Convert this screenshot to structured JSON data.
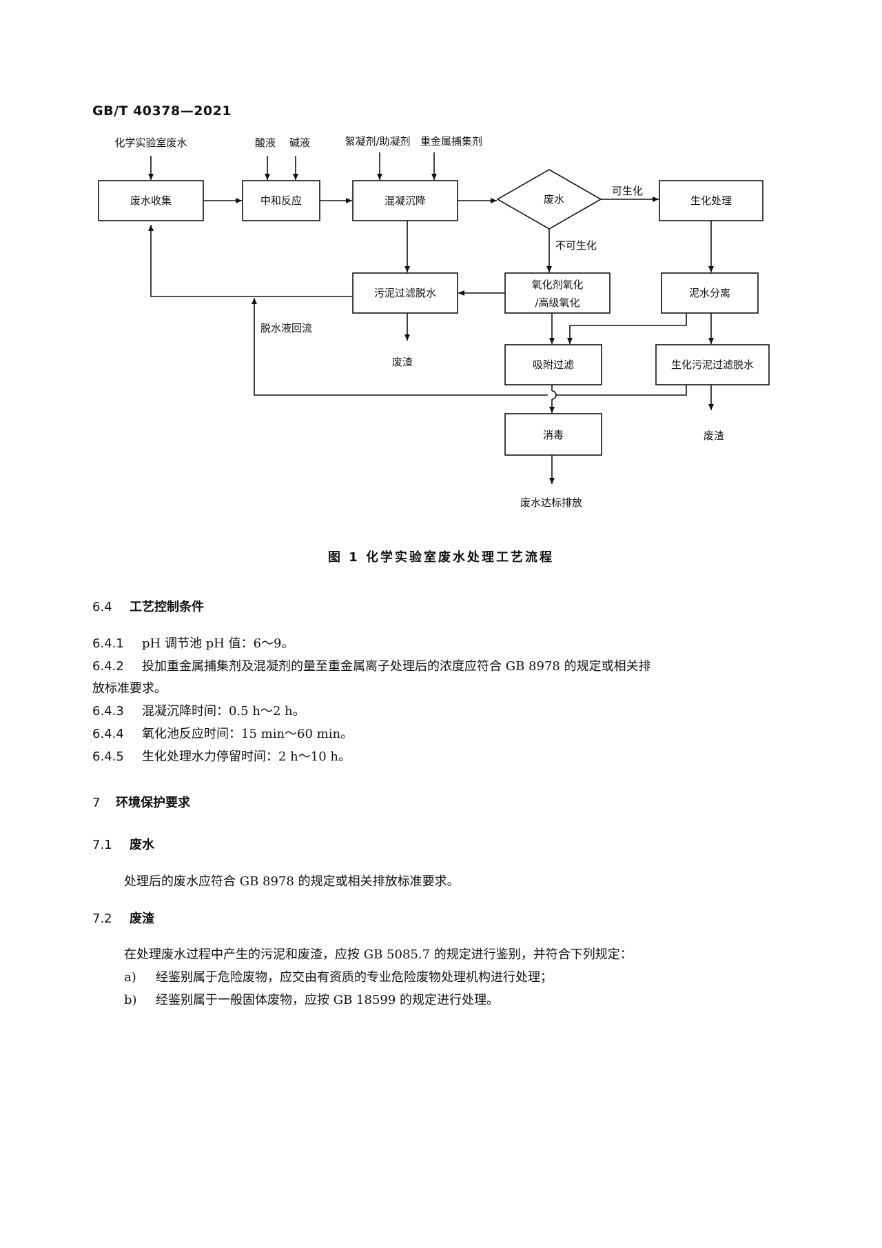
{
  "header": {
    "standard_code": "GB/T 40378—2021"
  },
  "flowchart": {
    "inputs": {
      "lab_waste": "化学实验室废水",
      "acid": "酸液",
      "alkali": "碱液",
      "flocculant": "絮凝剂/助凝剂",
      "capture_agent": "重金属捕集剂"
    },
    "nodes": {
      "collect": "废水收集",
      "neutralize": "中和反应",
      "coagulate": "混凝沉降",
      "decision": "废水",
      "bio": "生化处理",
      "sludge_filter": "污泥过滤脱水",
      "oxidize_line1": "氧化剂氧化",
      "oxidize_line2": "/高级氧化",
      "separate": "泥水分离",
      "adsorb": "吸附过滤",
      "bio_sludge": "生化污泥过滤脱水",
      "disinfect": "消毒"
    },
    "labels": {
      "biodegradable": "可生化",
      "non_biodegradable": "不可生化",
      "reflux": "脱水液回流",
      "residue_left": "废渣",
      "residue_right": "废渣",
      "discharge": "废水达标排放"
    }
  },
  "caption": "图 1   化学实验室废水处理工艺流程",
  "sections": {
    "s64": {
      "num": "6.4",
      "title": "工艺控制条件"
    },
    "s641": {
      "num": "6.4.1",
      "text": "pH 调节池 pH 值：6～9。"
    },
    "s642": {
      "num": "6.4.2",
      "text": "投加重金属捕集剂及混凝剂的量至重金属离子处理后的浓度应符合 GB 8978 的规定或相关排",
      "text2": "放标准要求。"
    },
    "s643": {
      "num": "6.4.3",
      "text": "混凝沉降时间：0.5 h～2 h。"
    },
    "s644": {
      "num": "6.4.4",
      "text": "氧化池反应时间：15 min～60 min。"
    },
    "s645": {
      "num": "6.4.5",
      "text": "生化处理水力停留时间：2 h～10 h。"
    },
    "s7": {
      "num": "7",
      "title": "环境保护要求"
    },
    "s71": {
      "num": "7.1",
      "title": "废水",
      "text": "处理后的废水应符合 GB 8978 的规定或相关排放标准要求。"
    },
    "s72": {
      "num": "7.2",
      "title": "废渣",
      "text": "在处理废水过程中产生的污泥和废渣，应按 GB 5085.7 的规定进行鉴别，并符合下列规定：",
      "items": [
        {
          "mark": "a)",
          "text": "经鉴别属于危险废物，应交由有资质的专业危险废物处理机构进行处理；"
        },
        {
          "mark": "b)",
          "text": "经鉴别属于一般固体废物，应按 GB 18599 的规定进行处理。"
        }
      ]
    }
  }
}
